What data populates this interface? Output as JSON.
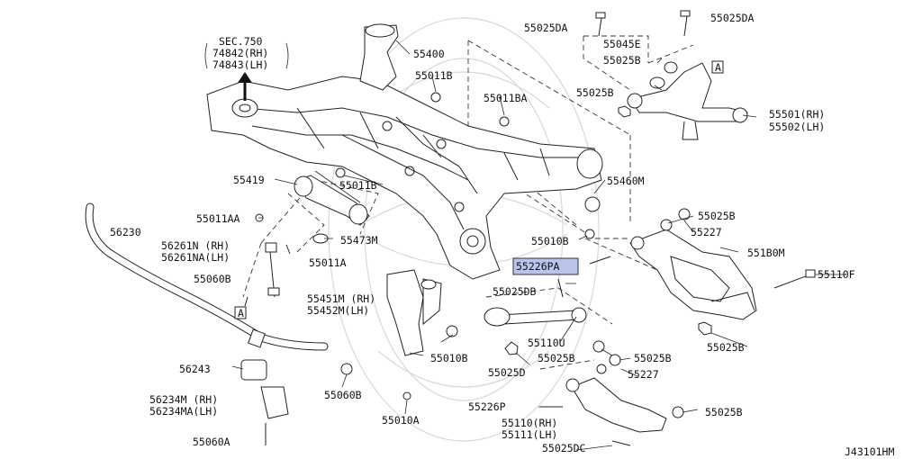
{
  "diagram": {
    "code": "J43101HM",
    "sec_ref": [
      "SEC.750",
      "74842(RH)",
      "74843(LH)"
    ],
    "highlight_color": "#b9c4ec",
    "labels": {
      "p55025DA_a": "55025DA",
      "p55025DA_b": "55025DA",
      "p55045E": "55045E",
      "p55025B_top": "55025B",
      "p55025B_arm": "55025B",
      "p55501": "55501(RH)",
      "p55502": "55502(LH)",
      "p55400": "55400",
      "p55011B_a": "55011B",
      "p55011BA": "55011BA",
      "p55419": "55419",
      "p55011B_b": "55011B",
      "p55460M": "55460M",
      "p55011AA": "55011AA",
      "p56230": "56230",
      "p55025B_c": "55025B",
      "p55227_a": "55227",
      "p55473M": "55473M",
      "p55010B_a": "55010B",
      "p56261N": "56261N (RH)",
      "p56261NA": "56261NA(LH)",
      "p55011A": "55011A",
      "p551B0M": "551B0M",
      "p55226PA": "55226PA",
      "p55110F": "55110F",
      "p55060B_a": "55060B",
      "p55025DB": "55025DB",
      "p55451M": "55451M (RH)",
      "p55452M": "55452M(LH)",
      "p55110U": "55110U",
      "p55025B_d": "55025B",
      "p55010B_b": "55010B",
      "p55025B_e": "55025B",
      "p56243": "56243",
      "p55025D": "55025D",
      "p55227_b": "55227",
      "p55060B_b": "55060B",
      "p56234M": "56234M (RH)",
      "p56234MA": "56234MA(LH)",
      "p55226P": "55226P",
      "p55025B_f": "55025B",
      "p55010A": "55010A",
      "p55110RH": "55110(RH)",
      "p55111LH": "55111(LH)",
      "p55060A": "55060A",
      "p55025DC": "55025DC",
      "ref_A1": "A",
      "ref_A2": "A"
    }
  }
}
